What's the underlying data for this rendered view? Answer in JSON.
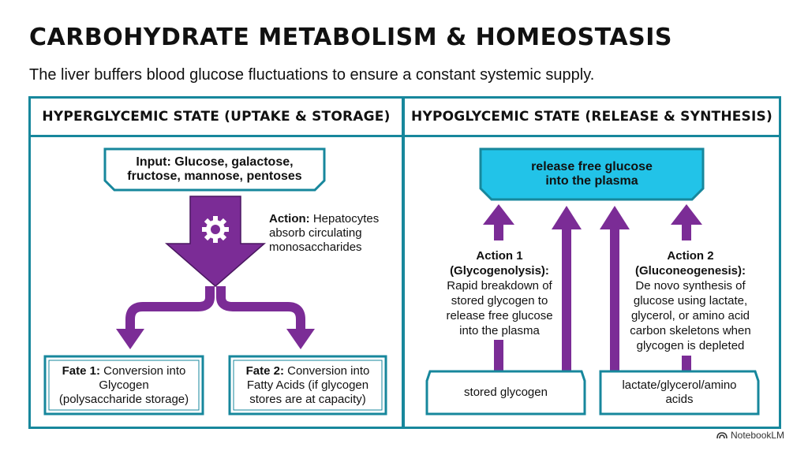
{
  "title": "CARBOHYDRATE METABOLISM & HOMEOSTASIS",
  "subtitle": "The liver buffers blood glucose fluctuations to ensure a constant systemic supply.",
  "colors": {
    "border": "#17879c",
    "arrow": "#7b2c96",
    "highlight": "#22c3e8"
  },
  "left_panel": {
    "header": "HYPERGLYCEMIC STATE (UPTAKE & STORAGE)",
    "input": {
      "line1": "Input: Glucose, galactose,",
      "line2": "fructose, mannose, pentoses"
    },
    "action": {
      "label": "Action:",
      "line1": " Hepatocytes",
      "line2": "absorb circulating",
      "line3": "monosaccharides"
    },
    "fate1": {
      "label": "Fate 1:",
      "line1": " Conversion into",
      "line2": "Glycogen",
      "line3": "(polysaccharide storage)"
    },
    "fate2": {
      "label": "Fate 2:",
      "line1": " Conversion into",
      "line2": "Fatty Acids (if glycogen",
      "line3": "stores are at capacity)"
    }
  },
  "right_panel": {
    "header": "HYPOGLYCEMIC STATE (RELEASE & SYNTHESIS)",
    "output": {
      "line1": "release free glucose",
      "line2": "into the plasma"
    },
    "action1": {
      "title1": "Action 1",
      "title2": "(Glycogenolysis):",
      "lines": [
        "Rapid breakdown of",
        "stored glycogen to",
        "release free glucose",
        "into the plasma"
      ]
    },
    "action2": {
      "title1": "Action 2",
      "title2": "(Gluconeogenesis):",
      "lines": [
        "De novo synthesis of",
        "glucose using lactate,",
        "glycerol, or amino acid",
        "carbon skeletons when",
        "glycogen is depleted"
      ]
    },
    "source1": "stored glycogen",
    "source2": {
      "line1": "lactate/glycerol/amino",
      "line2": "acids"
    }
  },
  "watermark": "NotebookLM"
}
